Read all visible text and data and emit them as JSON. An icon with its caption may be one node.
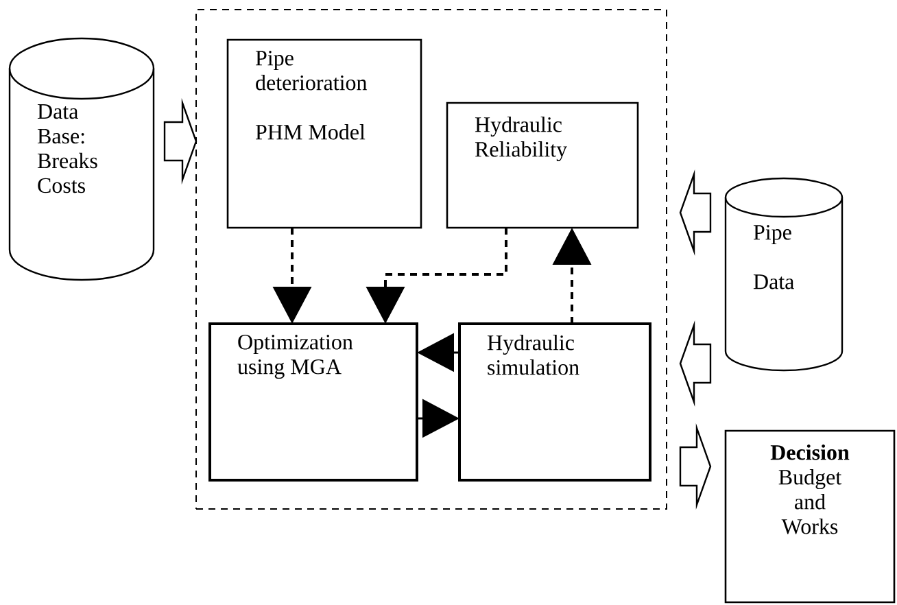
{
  "diagram": {
    "nodes": [
      {
        "text": [
          "Data Base: Breaks Costs"
        ]
      },
      {
        "text": [],
        "shape": "box"
      },
      {
        "text": [
          "Pipe deterioration",
          "PHM Model"
        ],
        "in": 1
      },
      {
        "text": [
          "Hydraulic Reliability"
        ],
        "in": 1
      },
      {
        "text": [
          "Optimization using MGA"
        ],
        "in": 1
      },
      {
        "text": [
          "Hydraulic simulation"
        ],
        "in": 1
      },
      {
        "text": [
          "Pipe",
          "Data"
        ]
      },
      {
        "text": [
          "Decision",
          "Budget and Works"
        ]
      }
    ],
    "edges": [
      {
        "from": 0,
        "to": 1,
        "arrow": "to"
      },
      {
        "from": 6,
        "to": 1,
        "arrow": "to"
      },
      {
        "from": 6,
        "to": 1,
        "arrow": "to"
      },
      {
        "from": 1,
        "to": 7,
        "arrow": "to"
      },
      {
        "from": 2,
        "to": 4,
        "arrow": "to",
        "style": "dashed"
      },
      {
        "from": 3,
        "to": 4,
        "arrow": "to",
        "style": "dashed"
      },
      {
        "from": 5,
        "to": 3,
        "arrow": "to",
        "style": "dashed"
      },
      {
        "from": 5,
        "to": 4,
        "arrow": "to"
      },
      {
        "from": 4,
        "to": 5,
        "arrow": "to"
      }
    ]
  }
}
